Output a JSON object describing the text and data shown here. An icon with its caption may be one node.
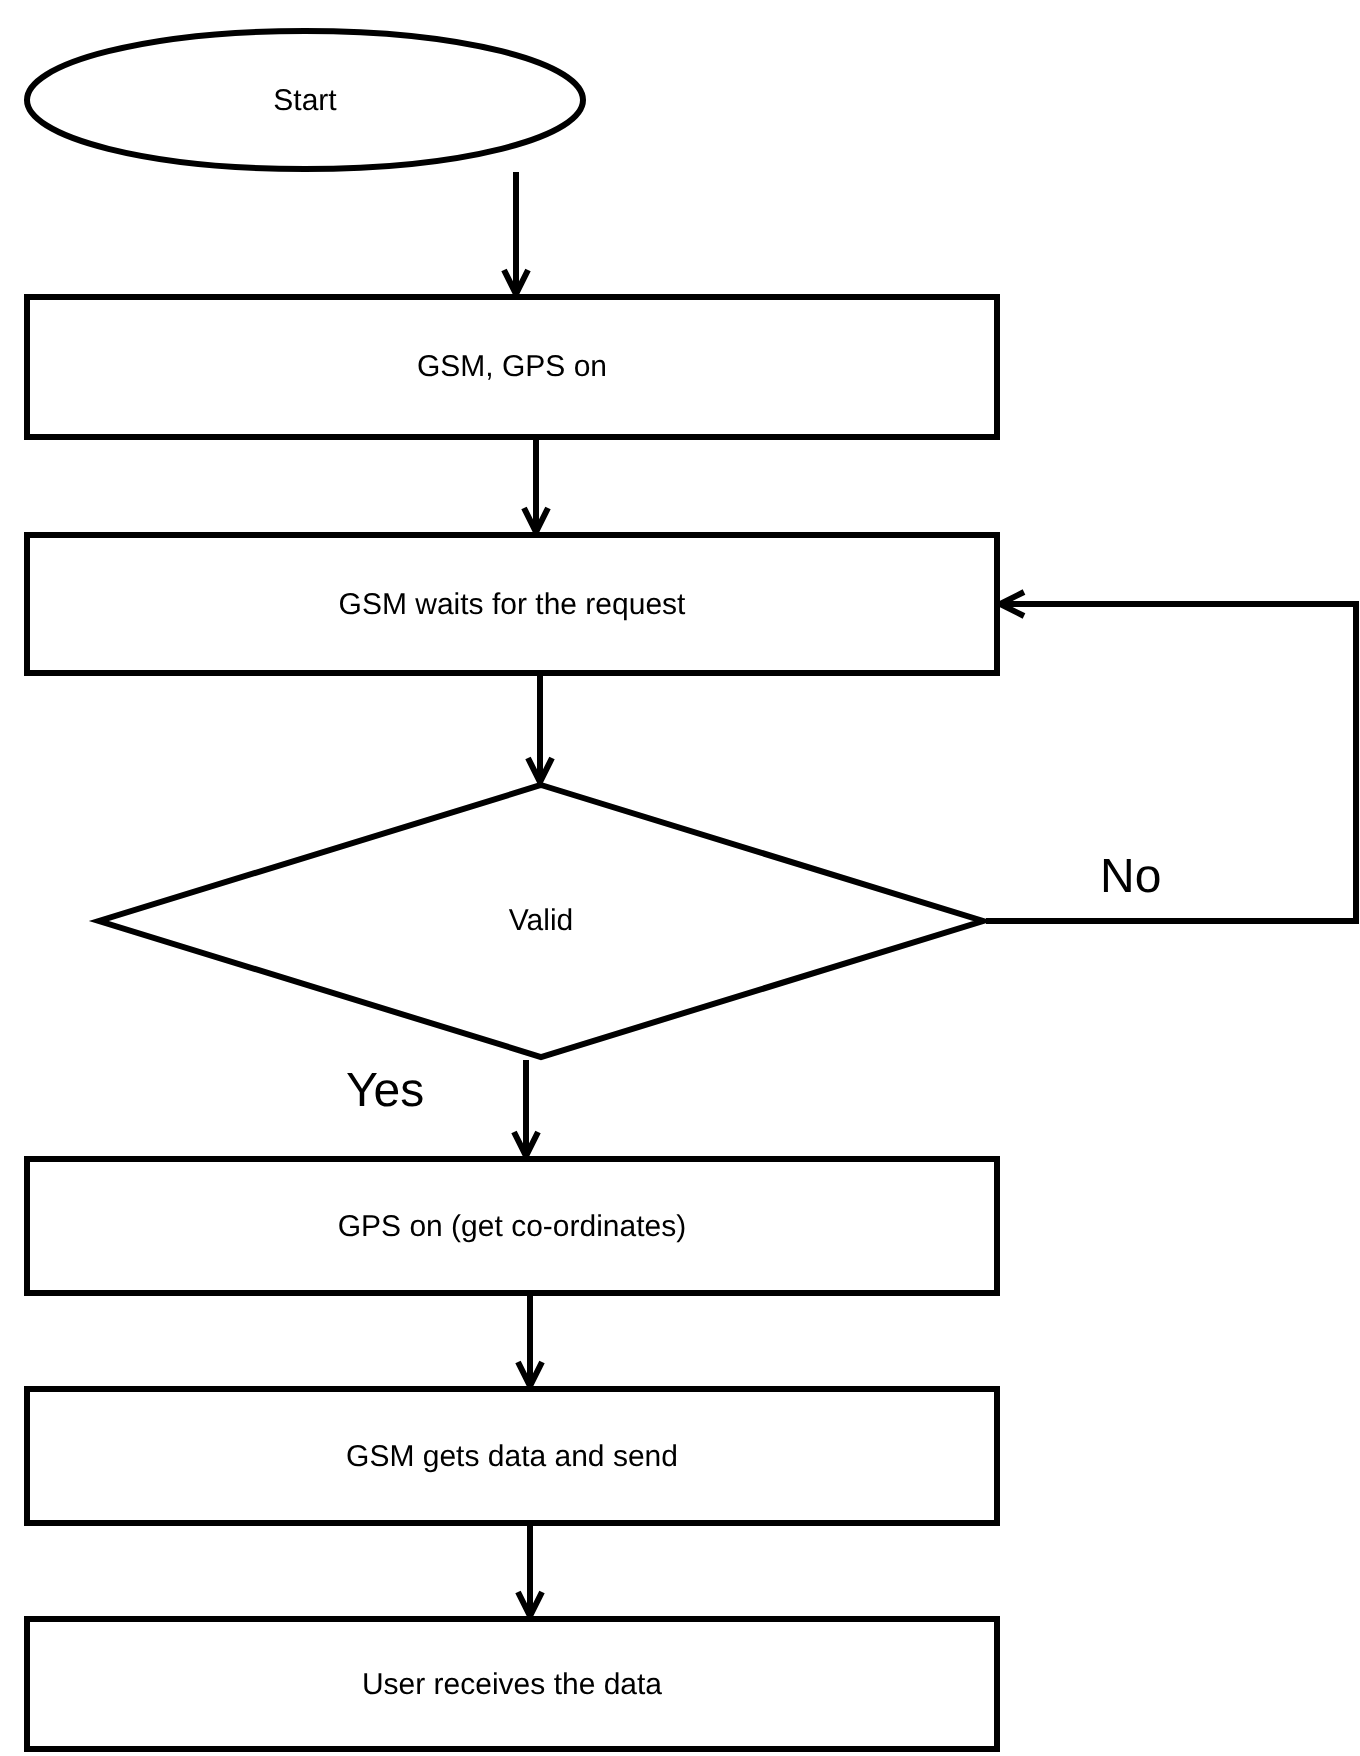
{
  "diagram": {
    "nodes": [
      {
        "text": [
          "Start"
        ]
      },
      {
        "text": [
          "GSM, GPS on"
        ]
      },
      {
        "text": [
          "GSM waits for the request"
        ]
      },
      {
        "text": [
          "Valid"
        ]
      },
      {
        "text": [
          "GPS on (get co-ordinates)"
        ]
      },
      {
        "text": [
          "GSM gets data and send"
        ]
      },
      {
        "text": [
          "User receives the data"
        ]
      }
    ],
    "edges": [
      {
        "from": 0,
        "to": 1,
        "arrow": "to"
      },
      {
        "from": 1,
        "to": 2,
        "arrow": "to"
      },
      {
        "from": 2,
        "to": 3,
        "arrow": "to"
      },
      {
        "from": 3,
        "to": 4,
        "arrow": "to",
        "label": "Yes"
      },
      {
        "from": 3,
        "to": 2,
        "arrow": "to",
        "label": "No"
      },
      {
        "from": 4,
        "to": 5,
        "arrow": "to"
      },
      {
        "from": 5,
        "to": 6,
        "arrow": "to"
      }
    ]
  }
}
